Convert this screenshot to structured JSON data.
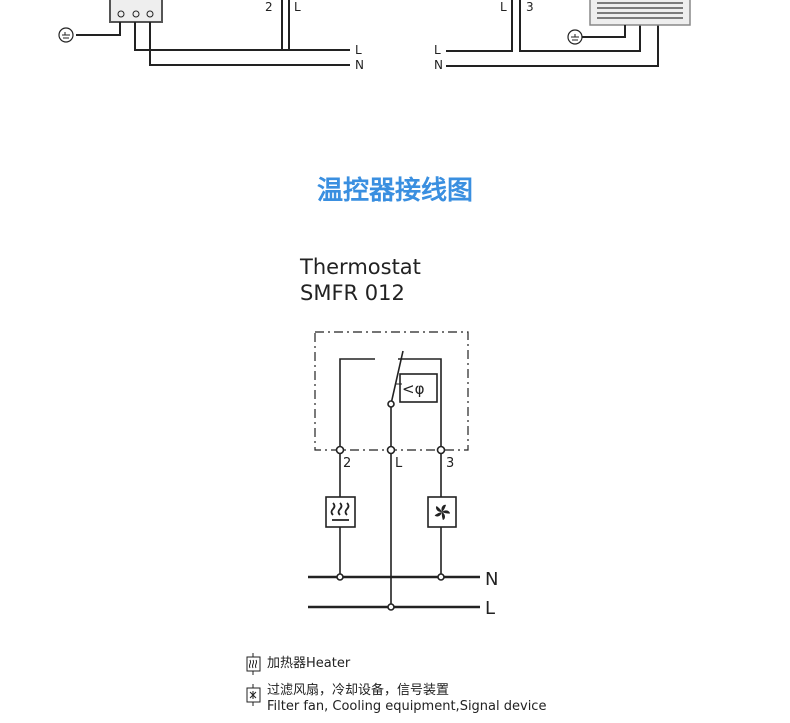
{
  "title": "温控器接线图",
  "top_diagram": {
    "left_terminals": [
      "2",
      "L"
    ],
    "left_lines": [
      "L",
      "N"
    ],
    "right_terminals": [
      "L",
      "3"
    ],
    "right_lines": [
      "L",
      "N"
    ]
  },
  "thermostat": {
    "name": "Thermostat",
    "model": "SMFR 012",
    "symbol": "<φ",
    "terminals": [
      "2",
      "L",
      "3"
    ],
    "lines": [
      "N",
      "L"
    ]
  },
  "legend": {
    "heater": "加热器Heater",
    "fan_cn": "过滤风扇，冷却设备，信号装置",
    "fan_en": "Filter fan, Cooling equipment,Signal device"
  },
  "colors": {
    "title": "#3a8fe0",
    "line": "#222222"
  }
}
